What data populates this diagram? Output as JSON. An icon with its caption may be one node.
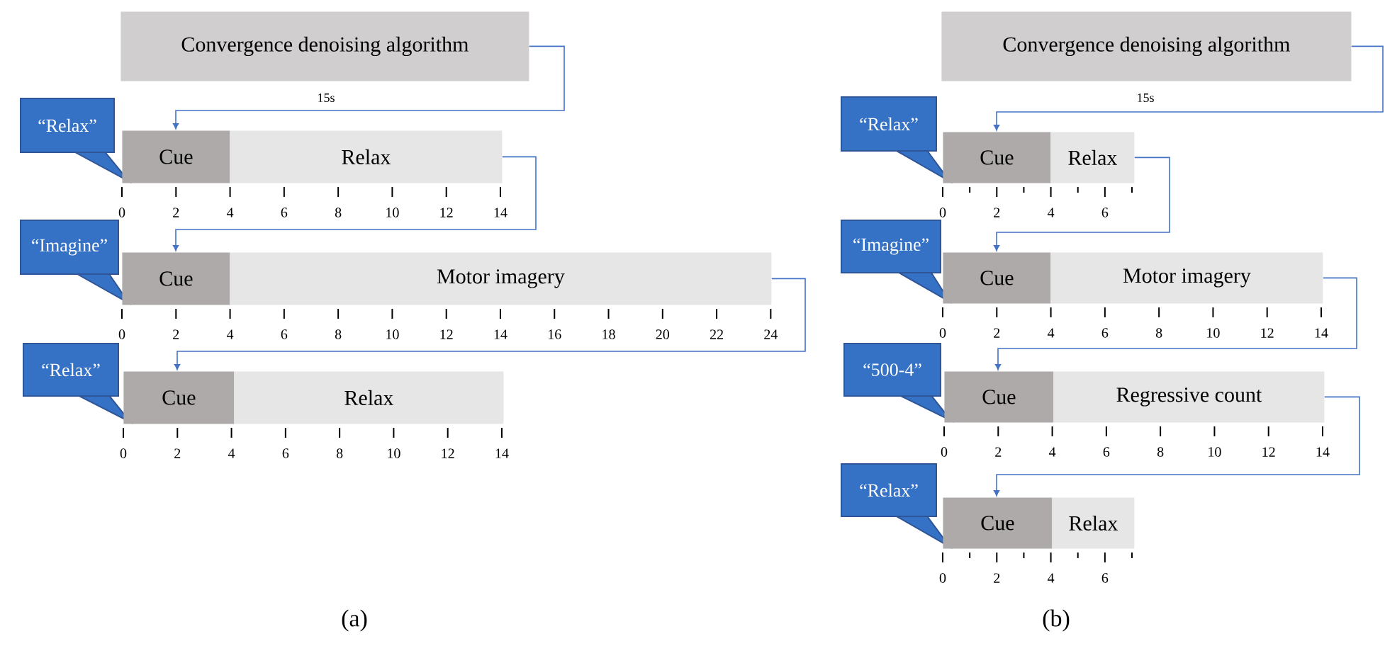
{
  "diagram": {
    "nodes": [
      {
        "text": [
          "Convergence denoising algorithm"
        ]
      },
      {
        "text": [
          "“Relax”"
        ]
      },
      {
        "text": [
          "Cue"
        ]
      },
      {
        "text": [
          "Relax"
        ]
      },
      {
        "text": [
          "“Imagine”"
        ]
      },
      {
        "text": [
          "Cue"
        ]
      },
      {
        "text": [
          "Motor imagery"
        ]
      },
      {
        "text": [
          "“Relax”"
        ]
      },
      {
        "text": [
          "Cue"
        ]
      },
      {
        "text": [
          "Relax"
        ]
      },
      {
        "text": [
          "Convergence denoising algorithm"
        ]
      },
      {
        "text": [
          "“Relax”"
        ]
      },
      {
        "text": [
          "Cue"
        ]
      },
      {
        "text": [
          "Relax"
        ]
      },
      {
        "text": [
          "“Imagine”"
        ]
      },
      {
        "text": [
          "Cue"
        ]
      },
      {
        "text": [
          "Motor imagery"
        ]
      },
      {
        "text": [
          "“500-4”"
        ]
      },
      {
        "text": [
          "Cue"
        ]
      },
      {
        "text": [
          "Regressive count"
        ]
      },
      {
        "text": [
          "“Relax”"
        ]
      },
      {
        "text": [
          "Cue"
        ]
      },
      {
        "text": [
          "Relax"
        ]
      }
    ],
    "edges": [
      {
        "from": 0,
        "to": 2,
        "arrow": "to",
        "label": "15s"
      },
      {
        "from": 3,
        "to": 5,
        "arrow": "to"
      },
      {
        "from": 6,
        "to": 8,
        "arrow": "to"
      },
      {
        "from": 10,
        "to": 12,
        "arrow": "to",
        "label": "15s"
      },
      {
        "from": 13,
        "to": 15,
        "arrow": "to"
      },
      {
        "from": 16,
        "to": 18,
        "arrow": "to"
      },
      {
        "from": 19,
        "to": 21,
        "arrow": "to"
      }
    ],
    "labels": [
      "0",
      "2",
      "4",
      "6",
      "8",
      "10",
      "12",
      "14",
      "0",
      "2",
      "4",
      "6",
      "8",
      "10",
      "12",
      "14",
      "16",
      "18",
      "20",
      "22",
      "24",
      "0",
      "2",
      "4",
      "6",
      "8",
      "10",
      "12",
      "14",
      "0",
      "2",
      "4",
      "6",
      "0",
      "2",
      "4",
      "6",
      "8",
      "10",
      "12",
      "14",
      "0",
      "2",
      "4",
      "6",
      "8",
      "10",
      "12",
      "14",
      "0",
      "2",
      "4",
      "6",
      "(a)",
      "(b)"
    ]
  }
}
